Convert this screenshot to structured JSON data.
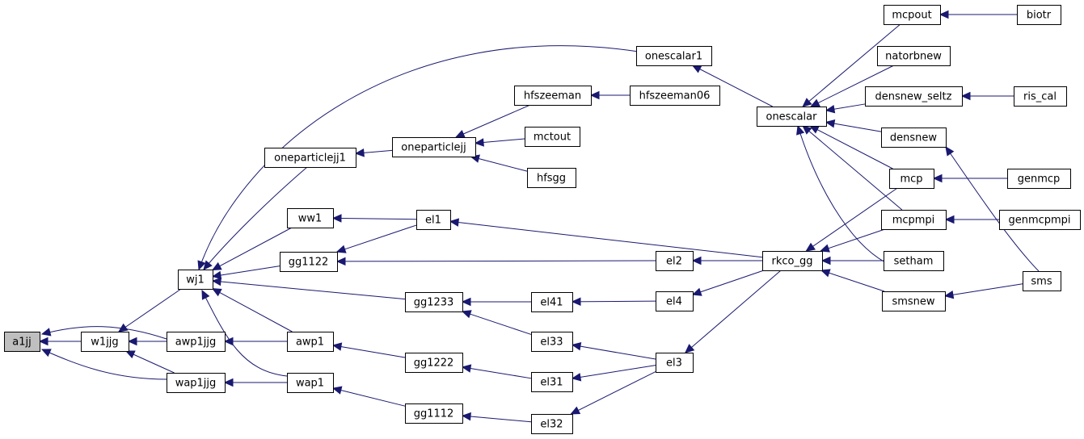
{
  "graph": {
    "direction": "callers of a1jj (arrows point toward callee)",
    "colors": {
      "edge": "#191970",
      "root_fill": "#bfbfbf",
      "node_fill": "#ffffff",
      "node_border": "#000000"
    },
    "root": "a1jj",
    "nodes": [
      {
        "id": "a1jj",
        "label": "a1jj",
        "root": true
      },
      {
        "id": "w1jjg",
        "label": "w1jjg"
      },
      {
        "id": "awp1jjg",
        "label": "awp1jjg"
      },
      {
        "id": "wap1jjg",
        "label": "wap1jjg"
      },
      {
        "id": "wj1",
        "label": "wj1"
      },
      {
        "id": "awp1",
        "label": "awp1"
      },
      {
        "id": "wap1",
        "label": "wap1"
      },
      {
        "id": "oneparticlejj1",
        "label": "oneparticlejj1"
      },
      {
        "id": "ww1",
        "label": "ww1"
      },
      {
        "id": "gg1122",
        "label": "gg1122"
      },
      {
        "id": "gg1233",
        "label": "gg1233"
      },
      {
        "id": "gg1222",
        "label": "gg1222"
      },
      {
        "id": "gg1112",
        "label": "gg1112"
      },
      {
        "id": "oneparticlejj",
        "label": "oneparticlejj"
      },
      {
        "id": "el1",
        "label": "el1"
      },
      {
        "id": "hfszeeman",
        "label": "hfszeeman"
      },
      {
        "id": "mctout",
        "label": "mctout"
      },
      {
        "id": "hfsgg",
        "label": "hfsgg"
      },
      {
        "id": "el41",
        "label": "el41"
      },
      {
        "id": "el33",
        "label": "el33"
      },
      {
        "id": "el31",
        "label": "el31"
      },
      {
        "id": "el32",
        "label": "el32"
      },
      {
        "id": "hfszeeman06",
        "label": "hfszeeman06"
      },
      {
        "id": "onescalar1",
        "label": "onescalar1"
      },
      {
        "id": "el2",
        "label": "el2"
      },
      {
        "id": "el4",
        "label": "el4"
      },
      {
        "id": "el3",
        "label": "el3"
      },
      {
        "id": "onescalar",
        "label": "onescalar"
      },
      {
        "id": "rkco_gg",
        "label": "rkco_gg"
      },
      {
        "id": "mcpout",
        "label": "mcpout"
      },
      {
        "id": "natorbnew",
        "label": "natorbnew"
      },
      {
        "id": "densnew_seltz",
        "label": "densnew_seltz"
      },
      {
        "id": "densnew",
        "label": "densnew"
      },
      {
        "id": "mcp",
        "label": "mcp"
      },
      {
        "id": "mcpmpi",
        "label": "mcpmpi"
      },
      {
        "id": "setham",
        "label": "setham"
      },
      {
        "id": "smsnew",
        "label": "smsnew"
      },
      {
        "id": "biotr",
        "label": "biotr"
      },
      {
        "id": "ris_cal",
        "label": "ris_cal"
      },
      {
        "id": "genmcp",
        "label": "genmcp"
      },
      {
        "id": "genmcpmpi",
        "label": "genmcpmpi"
      },
      {
        "id": "sms",
        "label": "sms"
      }
    ],
    "edges": [
      {
        "from": "w1jjg",
        "to": "a1jj"
      },
      {
        "from": "awp1jjg",
        "to": "a1jj"
      },
      {
        "from": "wap1jjg",
        "to": "a1jj"
      },
      {
        "from": "wj1",
        "to": "w1jjg"
      },
      {
        "from": "awp1jjg",
        "to": "w1jjg"
      },
      {
        "from": "wap1jjg",
        "to": "w1jjg"
      },
      {
        "from": "awp1",
        "to": "awp1jjg"
      },
      {
        "from": "wap1",
        "to": "wap1jjg"
      },
      {
        "from": "oneparticlejj1",
        "to": "wj1"
      },
      {
        "from": "ww1",
        "to": "wj1"
      },
      {
        "from": "gg1122",
        "to": "wj1"
      },
      {
        "from": "gg1233",
        "to": "wj1"
      },
      {
        "from": "awp1",
        "to": "wj1"
      },
      {
        "from": "wap1",
        "to": "wj1"
      },
      {
        "from": "onescalar1",
        "to": "wj1"
      },
      {
        "from": "gg1222",
        "to": "awp1"
      },
      {
        "from": "gg1112",
        "to": "wap1"
      },
      {
        "from": "oneparticlejj",
        "to": "oneparticlejj1"
      },
      {
        "from": "el1",
        "to": "ww1"
      },
      {
        "from": "el1",
        "to": "gg1122"
      },
      {
        "from": "el2",
        "to": "gg1122"
      },
      {
        "from": "el41",
        "to": "gg1233"
      },
      {
        "from": "el33",
        "to": "gg1233"
      },
      {
        "from": "el31",
        "to": "gg1222"
      },
      {
        "from": "el32",
        "to": "gg1112"
      },
      {
        "from": "hfszeeman",
        "to": "oneparticlejj"
      },
      {
        "from": "mctout",
        "to": "oneparticlejj"
      },
      {
        "from": "hfsgg",
        "to": "oneparticlejj"
      },
      {
        "from": "hfszeeman06",
        "to": "hfszeeman"
      },
      {
        "from": "rkco_gg",
        "to": "el1"
      },
      {
        "from": "el4",
        "to": "el41"
      },
      {
        "from": "el3",
        "to": "el33"
      },
      {
        "from": "el3",
        "to": "el31"
      },
      {
        "from": "el3",
        "to": "el32"
      },
      {
        "from": "rkco_gg",
        "to": "el2"
      },
      {
        "from": "rkco_gg",
        "to": "el4"
      },
      {
        "from": "rkco_gg",
        "to": "el3"
      },
      {
        "from": "onescalar",
        "to": "onescalar1"
      },
      {
        "from": "mcpout",
        "to": "onescalar"
      },
      {
        "from": "natorbnew",
        "to": "onescalar"
      },
      {
        "from": "densnew_seltz",
        "to": "onescalar"
      },
      {
        "from": "densnew",
        "to": "onescalar"
      },
      {
        "from": "mcp",
        "to": "onescalar"
      },
      {
        "from": "mcpmpi",
        "to": "onescalar"
      },
      {
        "from": "setham",
        "to": "onescalar"
      },
      {
        "from": "mcp",
        "to": "rkco_gg"
      },
      {
        "from": "mcpmpi",
        "to": "rkco_gg"
      },
      {
        "from": "setham",
        "to": "rkco_gg"
      },
      {
        "from": "smsnew",
        "to": "rkco_gg"
      },
      {
        "from": "biotr",
        "to": "mcpout"
      },
      {
        "from": "ris_cal",
        "to": "densnew_seltz"
      },
      {
        "from": "sms",
        "to": "densnew"
      },
      {
        "from": "genmcp",
        "to": "mcp"
      },
      {
        "from": "genmcpmpi",
        "to": "mcpmpi"
      },
      {
        "from": "sms",
        "to": "smsnew"
      }
    ]
  }
}
